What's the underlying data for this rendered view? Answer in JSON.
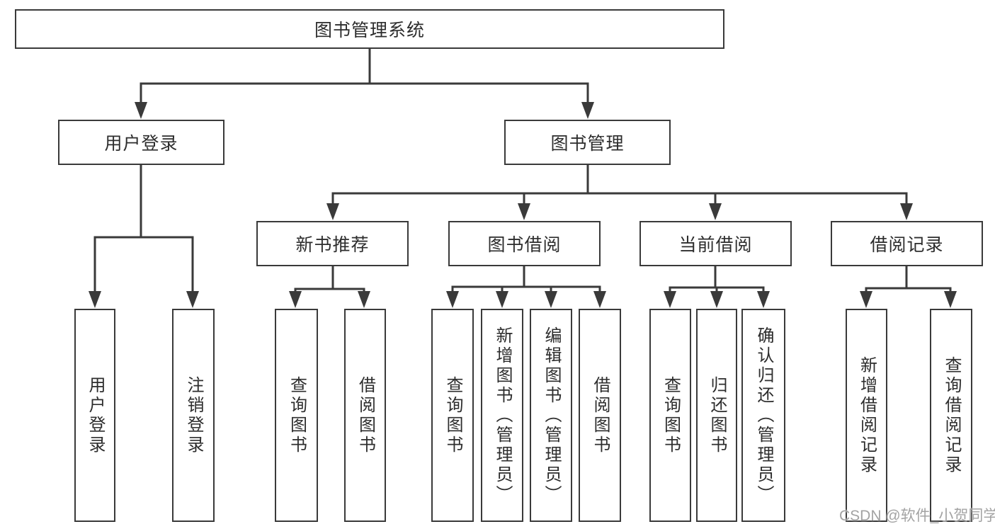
{
  "title_box": {
    "label": "图书管理系统"
  },
  "branches": [
    {
      "label": "用户登录",
      "children": [
        {
          "label": "用户登录"
        },
        {
          "label": "注销登录"
        }
      ]
    },
    {
      "label": "图书管理",
      "children": [
        {
          "label": "新书推荐",
          "children": [
            {
              "label": "查询图书"
            },
            {
              "label": "借阅图书"
            }
          ]
        },
        {
          "label": "图书借阅",
          "children": [
            {
              "label": "查询图书"
            },
            {
              "label": "新增图书（管理员）"
            },
            {
              "label": "编辑图书（管理员）"
            },
            {
              "label": "借阅图书"
            }
          ]
        },
        {
          "label": "当前借阅",
          "children": [
            {
              "label": "查询图书"
            },
            {
              "label": "归还图书"
            },
            {
              "label": "确认归还（管理员）"
            }
          ]
        },
        {
          "label": "借阅记录",
          "children": [
            {
              "label": "新增借阅记录"
            },
            {
              "label": "查询借阅记录"
            }
          ]
        }
      ]
    }
  ],
  "watermark": {
    "text": "CSDN @软件_小贺同学"
  },
  "colors": {
    "line": "#3a3a3a",
    "text": "#2d2d2d",
    "box_fill": "#ffffff",
    "background": "#ffffff",
    "watermark": "#9b9b9b"
  }
}
